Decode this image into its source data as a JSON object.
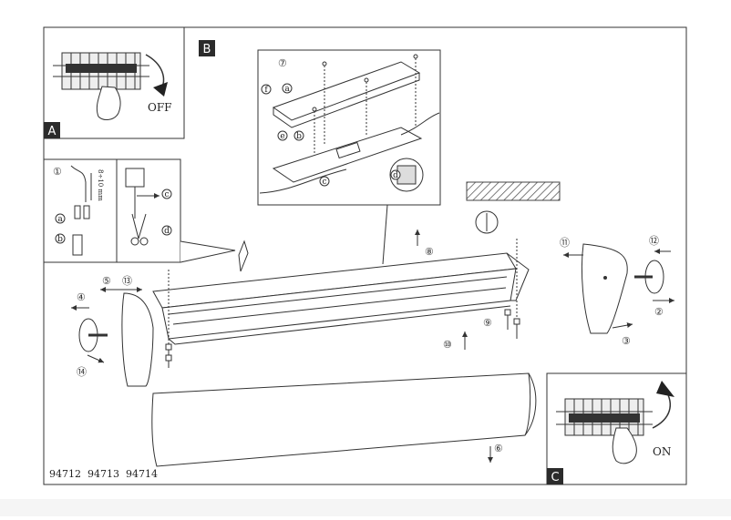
{
  "panels": {
    "a": {
      "letter": "A",
      "action": "OFF"
    },
    "b": {
      "letter": "B"
    },
    "c": {
      "letter": "C",
      "action": "ON"
    }
  },
  "detail_b": {
    "step": "⑦",
    "callouts": [
      "f",
      "a",
      "e",
      "b",
      "c",
      "d"
    ]
  },
  "wiring_inset": {
    "step": "①",
    "strip_label": "8÷10 mm",
    "callouts": [
      "a",
      "b",
      "c",
      "d"
    ]
  },
  "steps": [
    "②",
    "③",
    "④",
    "⑤",
    "⑥",
    "⑧",
    "⑨",
    "⑩",
    "⑪",
    "⑫",
    "⑬",
    "⑭"
  ],
  "model_numbers": "94712  94713  94714",
  "colors": {
    "line": "#333333",
    "label_bg": "#2b2b2b",
    "hatch": "#555555"
  }
}
